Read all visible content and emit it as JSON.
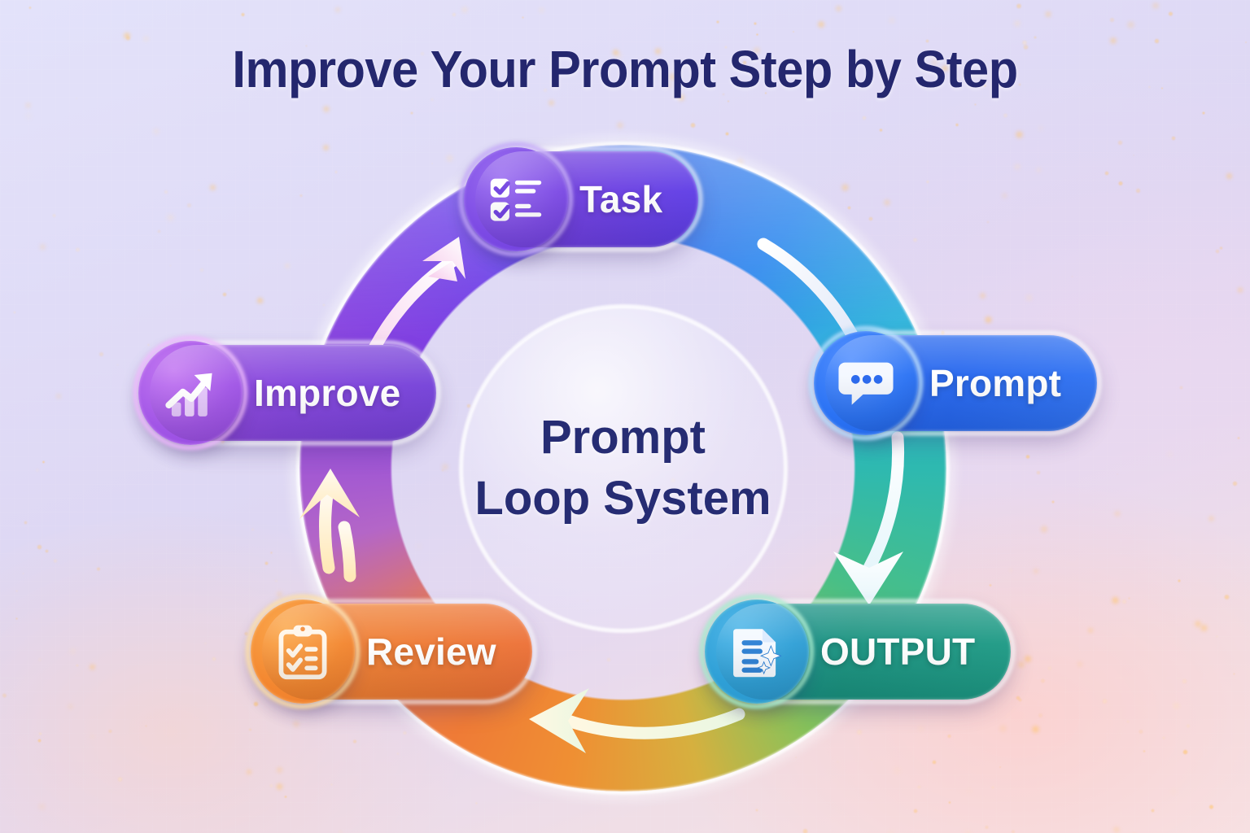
{
  "page": {
    "title": "Improve Your Prompt Step by Step",
    "background_colors": {
      "base_lavender": "#e0dcf7",
      "warm_pink": "#f6e3e6",
      "sparkle_gold": "#ffd482"
    }
  },
  "center": {
    "line1": "Prompt",
    "line2": "Loop System",
    "color": "#262c73"
  },
  "cycle": {
    "direction": "clockwise",
    "nodes": [
      {
        "id": "task",
        "label": "Task",
        "icon": "checklist-icon",
        "color": "#6f3fe0",
        "position": "top"
      },
      {
        "id": "prompt",
        "label": "Prompt",
        "icon": "chat-bubble-icon",
        "color": "#2566ee",
        "position": "right"
      },
      {
        "id": "output",
        "label": "OUTPUT",
        "icon": "document-sparkle-icon",
        "color": "#19927f",
        "position": "bottom-right"
      },
      {
        "id": "review",
        "label": "Review",
        "icon": "clipboard-check-icon",
        "color": "#ef7d33",
        "position": "bottom-left"
      },
      {
        "id": "improve",
        "label": "Improve",
        "icon": "growth-chart-icon",
        "color": "#8344dc",
        "position": "left"
      }
    ],
    "arrows": [
      {
        "id": "improve-to-task",
        "from": "improve",
        "to": "task",
        "icon": "curved-arrow-up-right-icon"
      },
      {
        "id": "task-to-prompt",
        "from": "task",
        "to": "prompt",
        "icon": "curved-arrow-down-right-icon"
      },
      {
        "id": "prompt-to-output",
        "from": "prompt",
        "to": "output",
        "icon": "curved-arrow-down-icon"
      },
      {
        "id": "output-to-review",
        "from": "output",
        "to": "review",
        "icon": "arrow-left-icon"
      },
      {
        "id": "review-to-improve",
        "from": "review",
        "to": "improve",
        "icon": "arrow-up-icon"
      }
    ],
    "ring_gradient_stops": [
      "#2f63e8",
      "#36b6dd",
      "#2eb9b0",
      "#84c35c",
      "#d6b03f",
      "#ef8f33",
      "#b466c7",
      "#8341e2",
      "#4a46ec"
    ]
  }
}
